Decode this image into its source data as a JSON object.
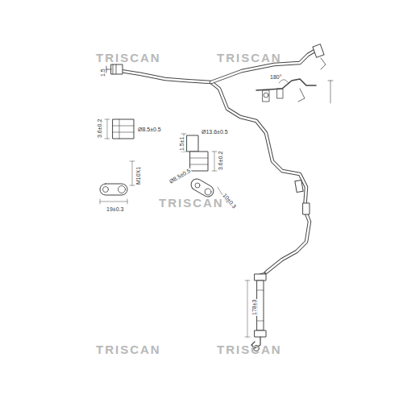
{
  "diagram": {
    "labels": [
      "TRISCAN",
      "TRISCAN",
      "TRISCAN",
      "TRISCAN",
      "TRISCAN",
      "3.6±0.2",
      "Ø8.5±0.5",
      "M10X1",
      "19±0.3",
      "1.5±1",
      "Ø13.6±0.5",
      "3.6±0.2",
      "Ø8.5±0.5",
      "10±0.3",
      "180°",
      "178±3",
      "1.5"
    ]
  }
}
